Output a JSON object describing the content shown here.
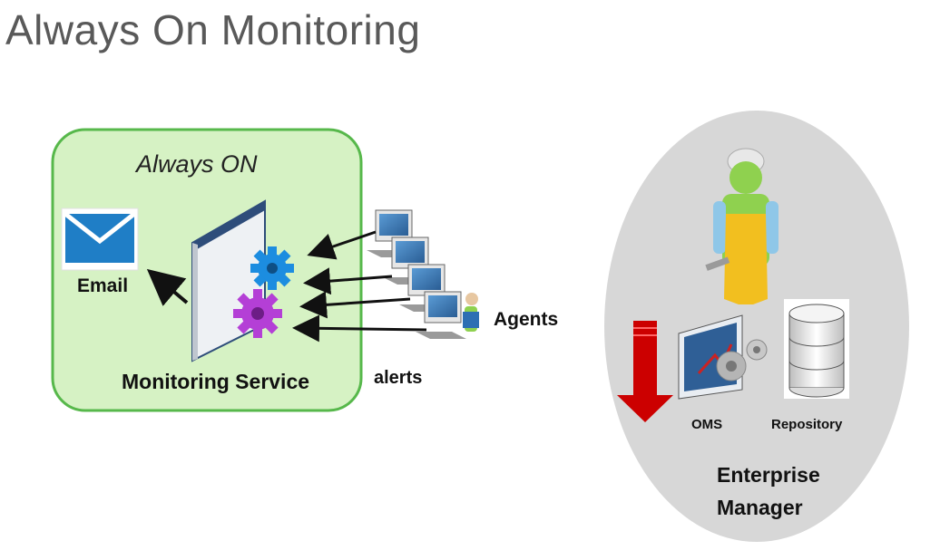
{
  "title": "Always On Monitoring",
  "always_on_box": {
    "title": "Always ON",
    "email_label": "Email",
    "service_label": "Monitoring Service"
  },
  "agents": {
    "label": "Agents",
    "alerts_label": "alerts"
  },
  "enterprise_manager": {
    "oms_label": "OMS",
    "repository_label": "Repository",
    "name_line1": "Enterprise",
    "name_line2": "Manager"
  },
  "colors": {
    "box_fill": "#d6f2c4",
    "box_border": "#57b84b",
    "ellipse_fill": "#d7d7d7",
    "email_blue": "#1f7ec6",
    "gear_blue": "#1c8de0",
    "gear_purple": "#b43fd6",
    "arrow_red": "#cc0000"
  }
}
